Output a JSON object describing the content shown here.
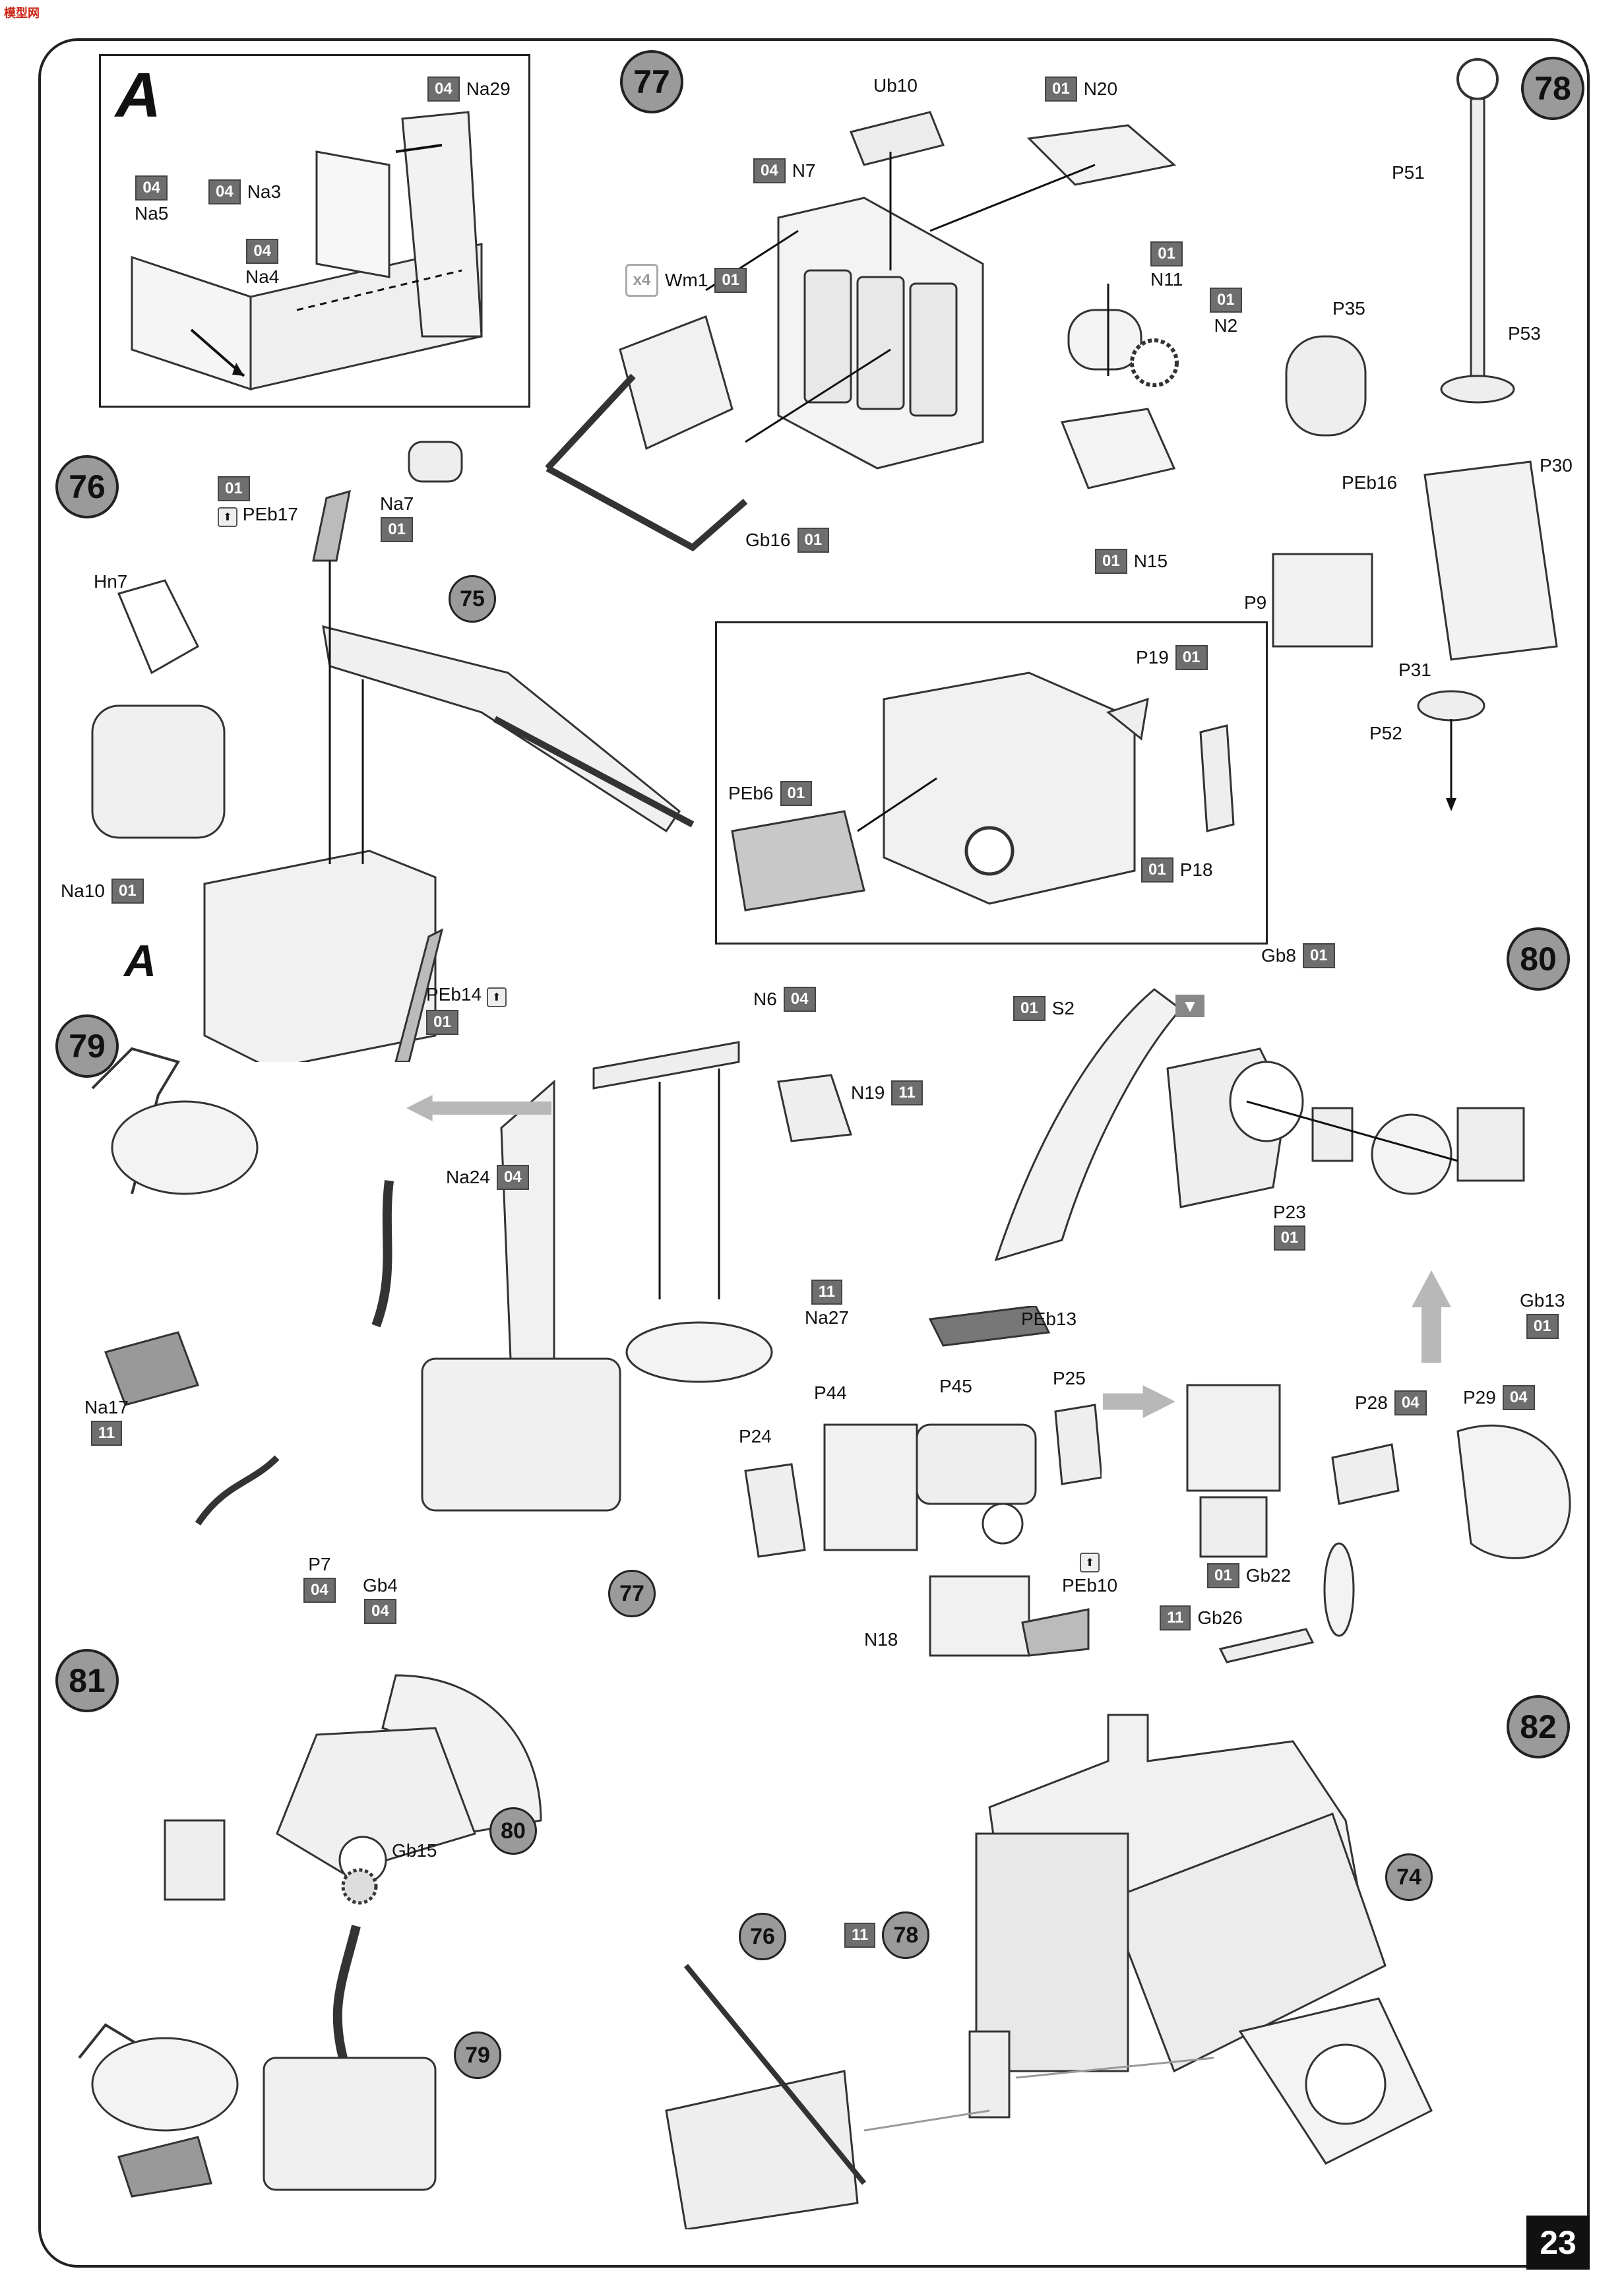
{
  "watermark": "模型网",
  "page_number": "23",
  "detail_letter": "A",
  "steps": {
    "s76": "76",
    "s77": "77",
    "s78": "78",
    "s79": "79",
    "s80": "80",
    "s81": "81",
    "s82": "82"
  },
  "refs": {
    "r75": "75",
    "r77": "77",
    "r80": "80",
    "r79": "79",
    "r76": "76",
    "r78": "78",
    "r74": "74"
  },
  "parts": [
    {
      "label": "Na29",
      "sprue": "04"
    },
    {
      "label": "Na3",
      "sprue": "04"
    },
    {
      "label": "Na5",
      "sprue": "04"
    },
    {
      "label": "Na4",
      "sprue": "04"
    },
    {
      "label": "Ub10",
      "sprue": ""
    },
    {
      "label": "N20",
      "sprue": "01"
    },
    {
      "label": "N7",
      "sprue": "04"
    },
    {
      "label": "Wm1",
      "sprue": "01",
      "multiplier": "x4"
    },
    {
      "label": "N11",
      "sprue": "01"
    },
    {
      "label": "N2",
      "sprue": "01"
    },
    {
      "label": "N15",
      "sprue": "01"
    },
    {
      "label": "Gb16",
      "sprue": "01"
    },
    {
      "label": "P51",
      "sprue": ""
    },
    {
      "label": "P35",
      "sprue": ""
    },
    {
      "label": "P53",
      "sprue": ""
    },
    {
      "label": "PEb16",
      "sprue": ""
    },
    {
      "label": "P30",
      "sprue": ""
    },
    {
      "label": "P9",
      "sprue": ""
    },
    {
      "label": "P31",
      "sprue": ""
    },
    {
      "label": "P52",
      "sprue": ""
    },
    {
      "label": "Na7",
      "sprue": "01"
    },
    {
      "label": "PEb17",
      "sprue": "01"
    },
    {
      "label": "Hn7",
      "sprue": ""
    },
    {
      "label": "Na10",
      "sprue": "01"
    },
    {
      "label": "PEb14",
      "sprue": "01"
    },
    {
      "label": "PEb6",
      "sprue": "01"
    },
    {
      "label": "P19",
      "sprue": "01"
    },
    {
      "label": "P18",
      "sprue": "01"
    },
    {
      "label": "Gb8",
      "sprue": "01"
    },
    {
      "label": "S2",
      "sprue": "01"
    },
    {
      "label": "P23",
      "sprue": "01"
    },
    {
      "label": "Gb13",
      "sprue": "01"
    },
    {
      "label": "N6",
      "sprue": "04"
    },
    {
      "label": "N19",
      "sprue": "11"
    },
    {
      "label": "Na27",
      "sprue": "11"
    },
    {
      "label": "Na24",
      "sprue": "04"
    },
    {
      "label": "Na17",
      "sprue": "11"
    },
    {
      "label": "P7",
      "sprue": "04"
    },
    {
      "label": "Gb4",
      "sprue": "04"
    },
    {
      "label": "PEb13",
      "sprue": ""
    },
    {
      "label": "P44",
      "sprue": ""
    },
    {
      "label": "P45",
      "sprue": ""
    },
    {
      "label": "P25",
      "sprue": ""
    },
    {
      "label": "P24",
      "sprue": ""
    },
    {
      "label": "N18",
      "sprue": ""
    },
    {
      "label": "PEb10",
      "sprue": ""
    },
    {
      "label": "P28",
      "sprue": "04"
    },
    {
      "label": "P29",
      "sprue": "04"
    },
    {
      "label": "Gb22",
      "sprue": "01"
    },
    {
      "label": "Gb26",
      "sprue": "11"
    },
    {
      "label": "Gb15",
      "sprue": ""
    },
    {
      "label": "sprue11",
      "sprue": "11"
    }
  ]
}
